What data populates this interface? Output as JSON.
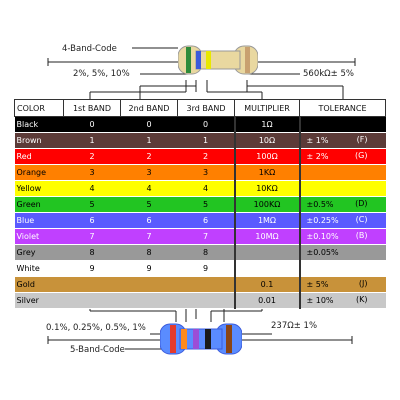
{
  "four_band": {
    "title": "4-Band-Code",
    "left_caption": "2%, 5%, 10%",
    "right_caption": "560kΩ± 5%",
    "bands": [
      "#2e8b3a",
      "#3b5bdb",
      "#e8e800",
      "#c8a070"
    ]
  },
  "five_band": {
    "title": "5-Band-Code",
    "left_caption": "0.1%, 0.25%, 0.5%, 1%",
    "right_caption": "237Ω± 1%",
    "bands": [
      "#e53b2c",
      "#ff8a1c",
      "#9b4dd6",
      "#1a1a1a",
      "#8b4513"
    ]
  },
  "table": {
    "headers": [
      "COLOR",
      "1st BAND",
      "2nd BAND",
      "3rd BAND",
      "MULTIPLIER",
      "TOLERANCE"
    ],
    "rows": [
      {
        "name": "Black",
        "bg": "#000000",
        "fg": "#ffffff",
        "b1": "0",
        "b2": "0",
        "b3": "0",
        "mult": "1Ω",
        "tol": "",
        "code": ""
      },
      {
        "name": "Brown",
        "bg": "#5c3b38",
        "fg": "#ffffff",
        "b1": "1",
        "b2": "1",
        "b3": "1",
        "mult": "10Ω",
        "tol": "±  1%",
        "code": "(F)"
      },
      {
        "name": "Red",
        "bg": "#ff0000",
        "fg": "#ffffff",
        "b1": "2",
        "b2": "2",
        "b3": "2",
        "mult": "100Ω",
        "tol": "±  2%",
        "code": "(G)"
      },
      {
        "name": "Orange",
        "bg": "#ff8000",
        "fg": "#000000",
        "b1": "3",
        "b2": "3",
        "b3": "3",
        "mult": "1KΩ",
        "tol": "",
        "code": ""
      },
      {
        "name": "Yellow",
        "bg": "#ffff00",
        "fg": "#000000",
        "b1": "4",
        "b2": "4",
        "b3": "4",
        "mult": "10KΩ",
        "tol": "",
        "code": ""
      },
      {
        "name": "Green",
        "bg": "#22c522",
        "fg": "#000000",
        "b1": "5",
        "b2": "5",
        "b3": "5",
        "mult": "100KΩ",
        "tol": "±0.5%",
        "code": "(D)"
      },
      {
        "name": "Blue",
        "bg": "#5a5aff",
        "fg": "#ffffff",
        "b1": "6",
        "b2": "6",
        "b3": "6",
        "mult": "1MΩ",
        "tol": "±0.25%",
        "code": "(C)"
      },
      {
        "name": "Violet",
        "bg": "#c040ff",
        "fg": "#ffffff",
        "b1": "7",
        "b2": "7",
        "b3": "7",
        "mult": "10MΩ",
        "tol": "±0.10%",
        "code": "(B)"
      },
      {
        "name": "Grey",
        "bg": "#999999",
        "fg": "#000000",
        "b1": "8",
        "b2": "8",
        "b3": "8",
        "mult": "",
        "tol": "±0.05%",
        "code": ""
      },
      {
        "name": "White",
        "bg": "#ffffff",
        "fg": "#000000",
        "b1": "9",
        "b2": "9",
        "b3": "9",
        "mult": "",
        "tol": "",
        "code": ""
      },
      {
        "name": "Gold",
        "bg": "#c8923a",
        "fg": "#000000",
        "b1": "",
        "b2": "",
        "b3": "",
        "mult": "0.1",
        "tol": "±  5%",
        "code": "(J)"
      },
      {
        "name": "Silver",
        "bg": "#c8c8c8",
        "fg": "#000000",
        "b1": "",
        "b2": "",
        "b3": "",
        "mult": "0.01",
        "tol": "±  10%",
        "code": "(K)"
      }
    ]
  }
}
